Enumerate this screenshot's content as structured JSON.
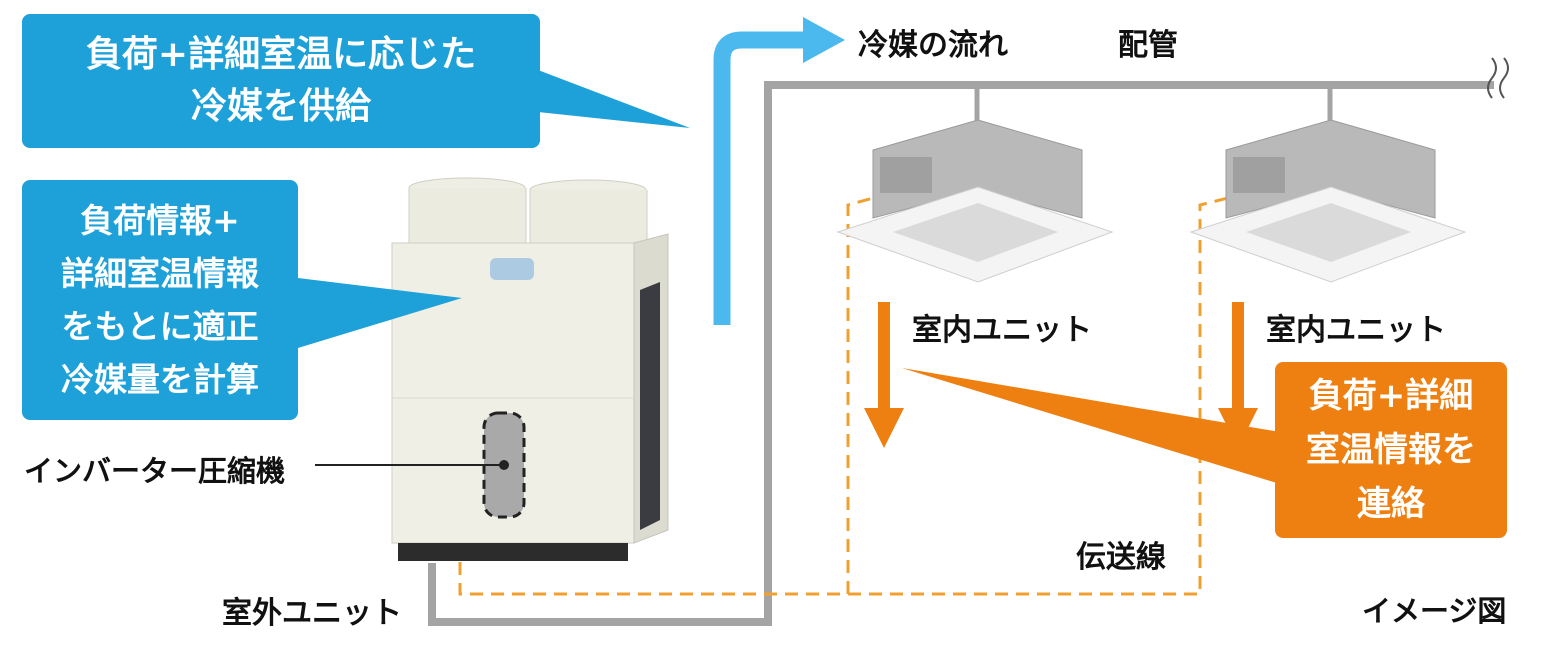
{
  "callouts": {
    "supply": {
      "lines": [
        "負荷+詳細室温に応じた",
        "冷媒を供給"
      ],
      "color": "#1ea0d8"
    },
    "calc": {
      "lines": [
        "負荷情報+",
        "詳細室温情報",
        "をもとに適正",
        "冷媒量を計算"
      ],
      "color": "#1ea0d8"
    },
    "report": {
      "lines": [
        "負荷+詳細",
        "室温情報を",
        "連絡"
      ],
      "color": "#ee8012"
    }
  },
  "labels": {
    "refrigerant_flow": "冷媒の流れ",
    "piping": "配管",
    "indoor_unit_1": "室内ユニット",
    "indoor_unit_2": "室内ユニット",
    "inverter_compressor": "インバーター圧縮機",
    "outdoor_unit": "室外ユニット",
    "transmission_line": "伝送線",
    "image_note": "イメージ図"
  },
  "colors": {
    "blue": "#1ea0d8",
    "light_blue": "#4bb8ee",
    "orange": "#ee8012",
    "pipe_gray": "#a4a4a4",
    "dashed_line": "#f0a030"
  }
}
